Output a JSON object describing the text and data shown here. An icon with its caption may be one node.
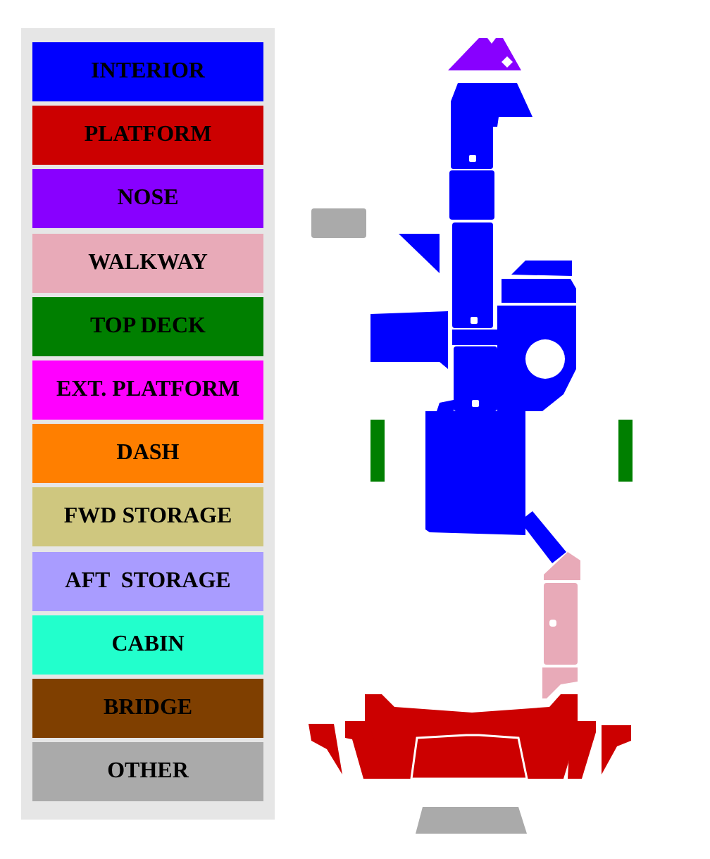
{
  "diagram": {
    "legend": [
      {
        "text": "INTERIOR",
        "color": "#0000ff"
      },
      {
        "text": "PLATFORM",
        "color": "#cc0000"
      },
      {
        "text": "NOSE",
        "color": "#8800ff"
      },
      {
        "text": "WALKWAY",
        "color": "#e8aab8"
      },
      {
        "text": "TOP DECK",
        "color": "#007f00"
      },
      {
        "text": "EXT. PLATFORM",
        "color": "#ff00ff"
      },
      {
        "text": "DASH",
        "color": "#ff7f00"
      },
      {
        "text": "FWD STORAGE",
        "color": "#cfc77f"
      },
      {
        "text": "AFT  STORAGE",
        "color": "#a99cff"
      },
      {
        "text": "CABIN",
        "color": "#22ffcc"
      },
      {
        "text": "BRIDGE",
        "color": "#7f3f00"
      },
      {
        "text": "OTHER",
        "color": "#aaaaaa"
      }
    ]
  }
}
